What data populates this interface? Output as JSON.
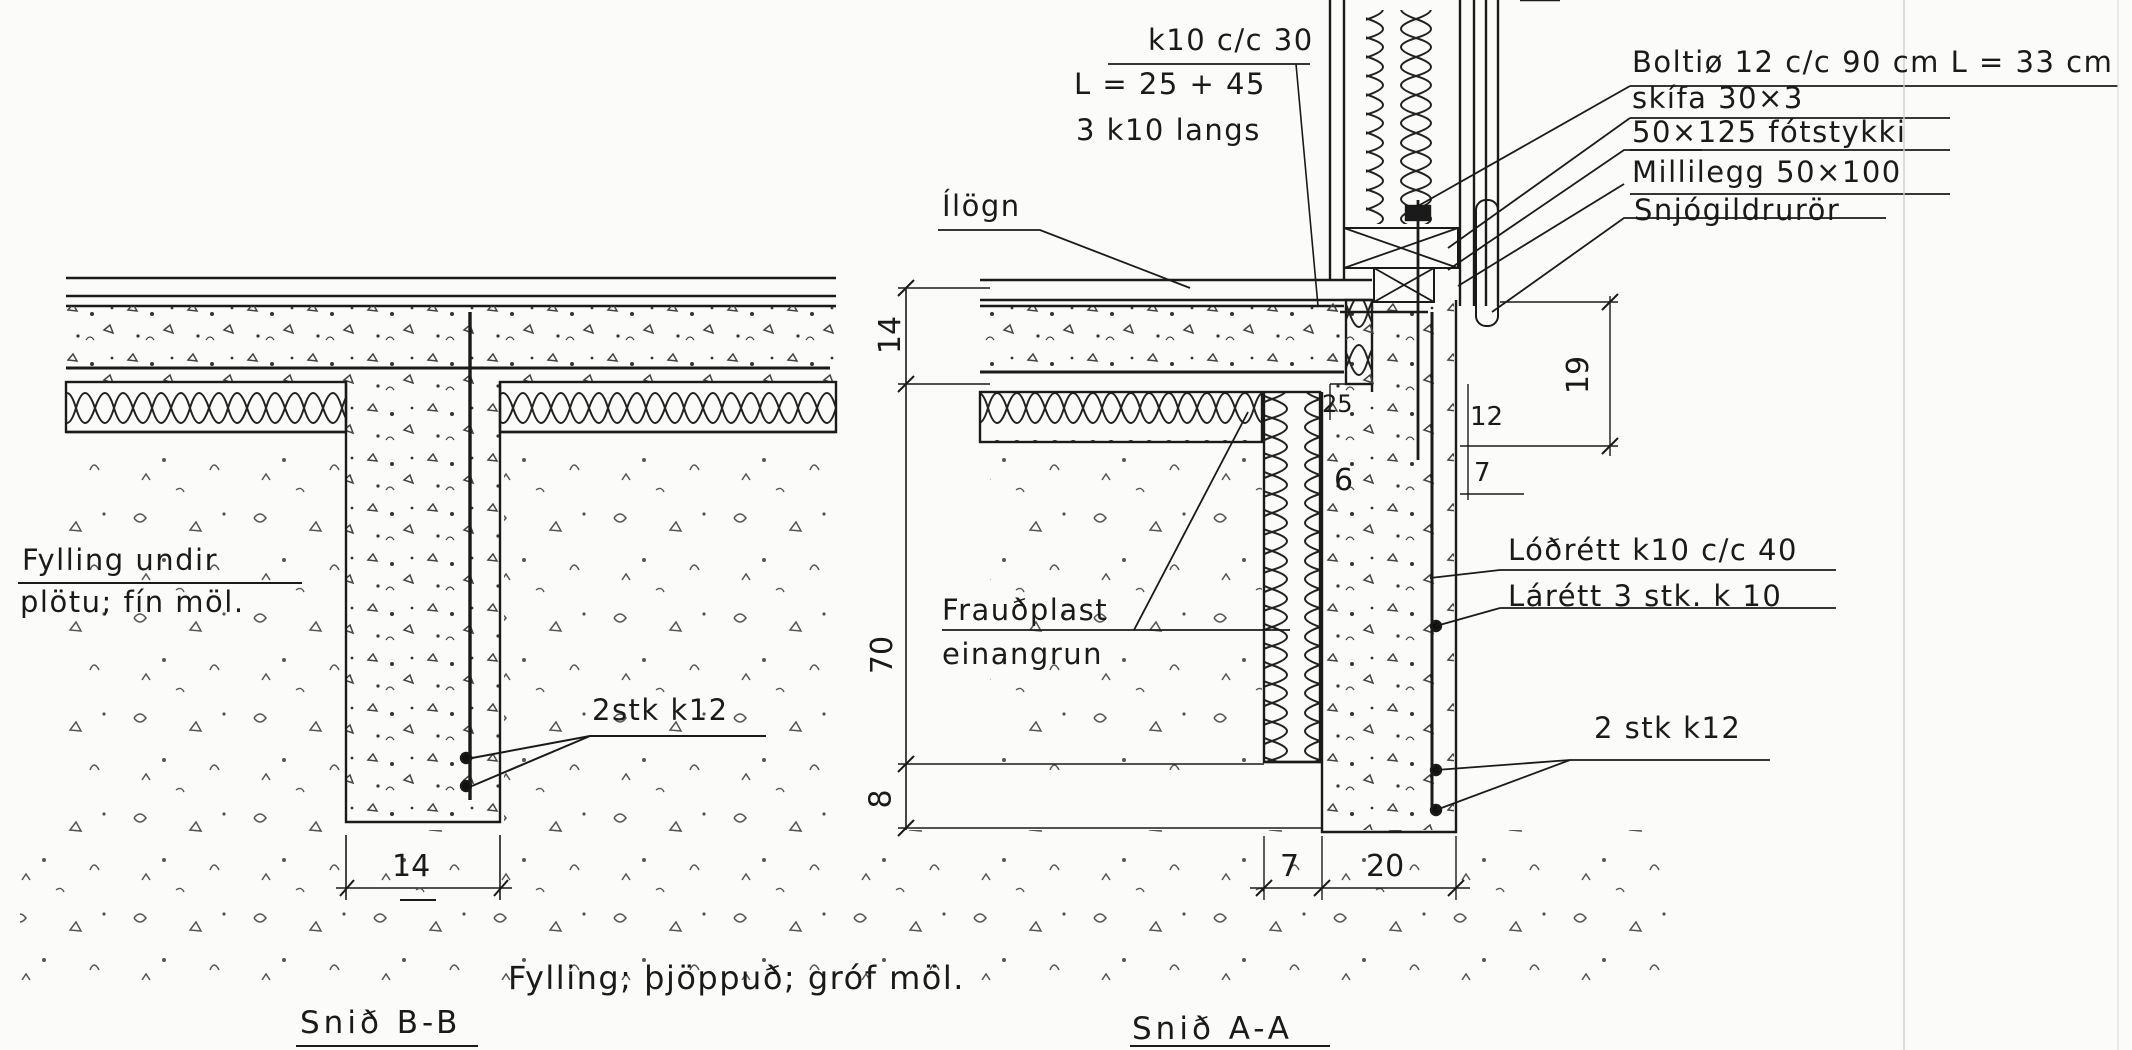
{
  "section_b": {
    "title": "Snið B-B",
    "fill_label_line1": "Fylling undir",
    "fill_label_line2": "plötu; fín möl.",
    "rebar_label": "2stk k12",
    "dim_width": "14"
  },
  "section_a": {
    "title": "Snið A-A",
    "top_rebar_line1": "k10 c/c 30",
    "top_rebar_line2": "L = 25 + 45",
    "top_rebar_line3": "3 k10 langs",
    "ilogn": "Ílögn",
    "bolt": "Boltiø 12 c/c 90 cm  L = 33 cm",
    "skifa": "skífa 30×3",
    "sill": "50×125 fótstykki",
    "millilegg": "Millilegg 50×100",
    "snow_pipe": "Snjógildrurör",
    "vertical_rebar": "Lóðrétt k10 c/c 40",
    "horizontal_rebar": "Lárétt  3 stk. k 10",
    "rebar_label": "2 stk k12",
    "insulation_line1": "Frauðplast",
    "insulation_line2": "einangrun",
    "dim_14": "14",
    "dim_70": "70",
    "dim_8": "8",
    "dim_25": "25",
    "dim_6": "6",
    "dim_12": "12",
    "dim_7_top": "7",
    "dim_19": "19",
    "dim_7_bottom": "7",
    "dim_20": "20"
  },
  "bottom_fill_label": "Fylling; þjöppuð; gróf möl."
}
